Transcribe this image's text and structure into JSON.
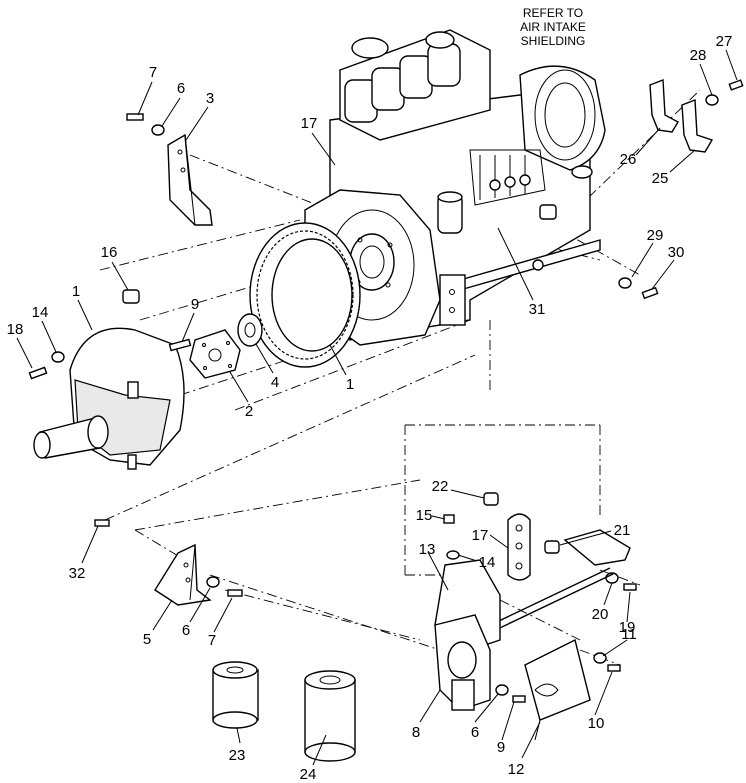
{
  "note": {
    "line1": "REFER TO",
    "line2": "AIR INTAKE",
    "line3": "SHIELDING"
  },
  "callouts": {
    "c7a": "7",
    "c6a": "6",
    "c3": "3",
    "c17a": "17",
    "c28": "28",
    "c27": "27",
    "c26": "26",
    "c25": "25",
    "c16": "16",
    "c1a": "1",
    "c14a": "14",
    "c18": "18",
    "c9a": "9",
    "c2": "2",
    "c4": "4",
    "c1b": "1",
    "c29": "29",
    "c30": "30",
    "c31": "31",
    "c22": "22",
    "c15": "15",
    "c17b": "17",
    "c21": "21",
    "c13": "13",
    "c14b": "14",
    "c32": "32",
    "c5": "5",
    "c6b": "6",
    "c7b": "7",
    "c20": "20",
    "c19": "19",
    "c11": "11",
    "c8": "8",
    "c6c": "6",
    "c9b": "9",
    "c12": "12",
    "c10": "10",
    "c23": "23",
    "c24": "24"
  }
}
